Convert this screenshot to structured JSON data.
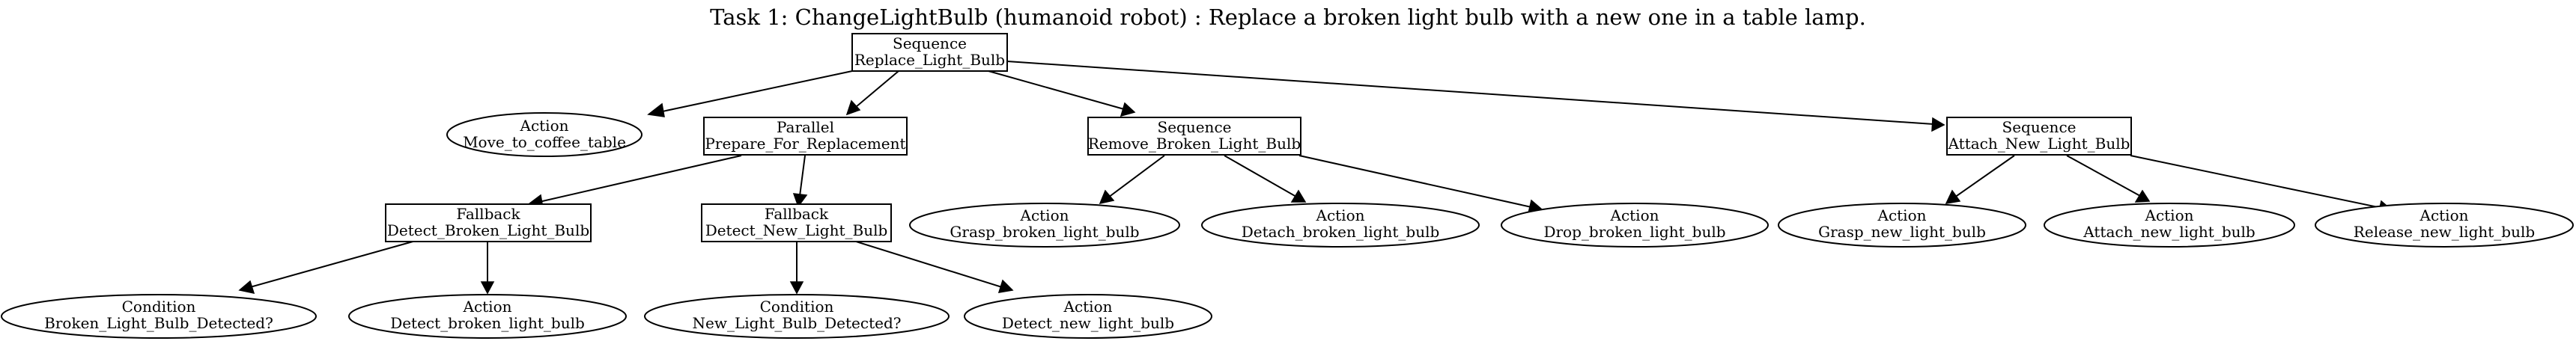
{
  "title": "Task 1: ChangeLightBulb (humanoid robot) : Replace a broken light bulb with a new one in a table lamp.",
  "nodes": {
    "root": {
      "type": "Sequence",
      "name": "Replace_Light_Bulb"
    },
    "move": {
      "type": "Action",
      "name": "Move_to_coffee_table"
    },
    "prepare": {
      "type": "Parallel",
      "name": "Prepare_For_Replacement"
    },
    "remove": {
      "type": "Sequence",
      "name": "Remove_Broken_Light_Bulb"
    },
    "attach_seq": {
      "type": "Sequence",
      "name": "Attach_New_Light_Bulb"
    },
    "detect_broken_fb": {
      "type": "Fallback",
      "name": "Detect_Broken_Light_Bulb"
    },
    "detect_new_fb": {
      "type": "Fallback",
      "name": "Detect_New_Light_Bulb"
    },
    "grasp_broken": {
      "type": "Action",
      "name": "Grasp_broken_light_bulb"
    },
    "detach_broken": {
      "type": "Action",
      "name": "Detach_broken_light_bulb"
    },
    "drop_broken": {
      "type": "Action",
      "name": "Drop_broken_light_bulb"
    },
    "grasp_new": {
      "type": "Action",
      "name": "Grasp_new_light_bulb"
    },
    "attach_new": {
      "type": "Action",
      "name": "Attach_new_light_bulb"
    },
    "release_new": {
      "type": "Action",
      "name": "Release_new_light_bulb"
    },
    "cond_broken": {
      "type": "Condition",
      "name": "Broken_Light_Bulb_Detected?"
    },
    "act_detect_broken": {
      "type": "Action",
      "name": "Detect_broken_light_bulb"
    },
    "cond_new": {
      "type": "Condition",
      "name": "New_Light_Bulb_Detected?"
    },
    "act_detect_new": {
      "type": "Action",
      "name": "Detect_new_light_bulb"
    }
  }
}
